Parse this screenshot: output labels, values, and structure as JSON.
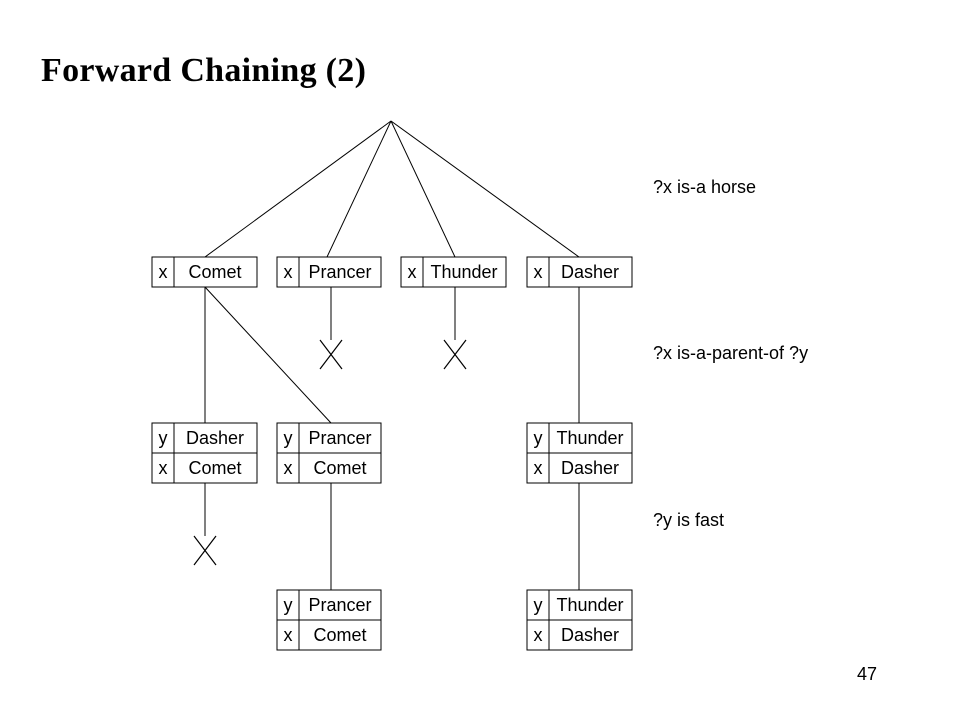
{
  "slide": {
    "title": "Forward Chaining (2)",
    "page_number": "47"
  },
  "conditions": [
    "?x is-a horse",
    "?x is-a-parent-of ?y",
    "?y is fast"
  ],
  "level1": [
    {
      "var": "x",
      "value": "Comet"
    },
    {
      "var": "x",
      "value": "Prancer"
    },
    {
      "var": "x",
      "value": "Thunder"
    },
    {
      "var": "x",
      "value": "Dasher"
    }
  ],
  "level2": [
    {
      "rows": [
        {
          "var": "y",
          "value": "Dasher"
        },
        {
          "var": "x",
          "value": "Comet"
        }
      ]
    },
    {
      "rows": [
        {
          "var": "y",
          "value": "Prancer"
        },
        {
          "var": "x",
          "value": "Comet"
        }
      ]
    },
    {
      "rows": [
        {
          "var": "y",
          "value": "Thunder"
        },
        {
          "var": "x",
          "value": "Dasher"
        }
      ]
    }
  ],
  "level3": [
    {
      "rows": [
        {
          "var": "y",
          "value": "Prancer"
        },
        {
          "var": "x",
          "value": "Comet"
        }
      ]
    },
    {
      "rows": [
        {
          "var": "y",
          "value": "Thunder"
        },
        {
          "var": "x",
          "value": "Dasher"
        }
      ]
    }
  ]
}
